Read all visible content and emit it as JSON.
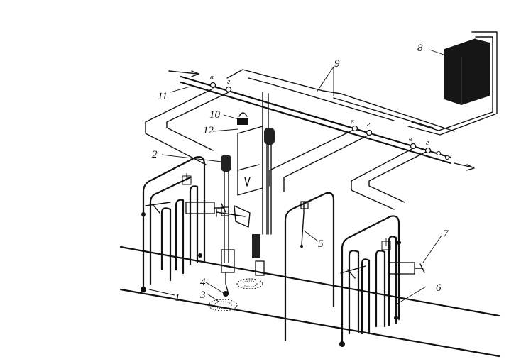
{
  "labels": {
    "l1": "1",
    "l2": "2",
    "l3": "3",
    "l4": "4",
    "l5": "5",
    "l6": "6",
    "l7": "7",
    "l8": "8",
    "l9": "9",
    "l10": "10",
    "l11": "11",
    "l12": "12"
  },
  "valve_marks": {
    "v": "в",
    "g": "г"
  },
  "colors": {
    "ink": "#111111",
    "cabinet": "#161616",
    "background": "#ffffff"
  }
}
